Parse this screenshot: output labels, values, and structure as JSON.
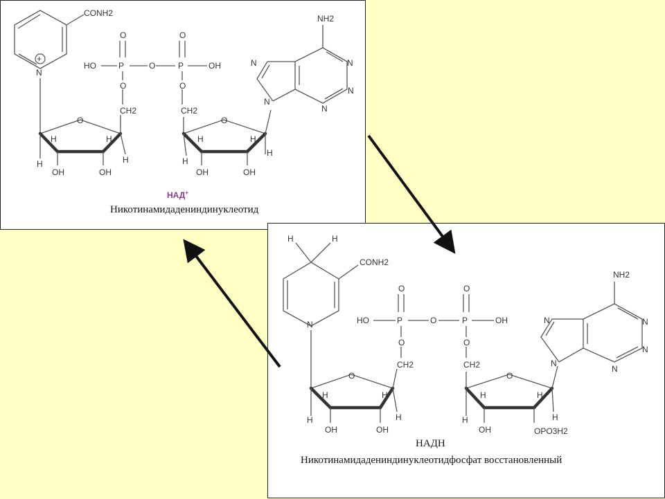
{
  "top": {
    "abbr": "НАД",
    "abbr_sup": "+",
    "name": "Никотинамидадениндинуклеотид",
    "atoms": {
      "conh2": "CONH2",
      "nh2": "NH2",
      "n": "N",
      "ho": "HO",
      "oh": "OH",
      "p": "P",
      "o": "O",
      "h": "H",
      "ch2": "CH2",
      "plus": "+"
    }
  },
  "bottom": {
    "abbr": "НАДН",
    "name": "Никотинамидадениндинуклеотидфосфат  восстановленный",
    "atoms": {
      "conh2": "CONH2",
      "nh2": "NH2",
      "n": "N",
      "ho": "HO",
      "oh": "OH",
      "p": "P",
      "o": "O",
      "h": "H",
      "ch2": "CH2",
      "opo3h2": "OPO3H2"
    }
  }
}
